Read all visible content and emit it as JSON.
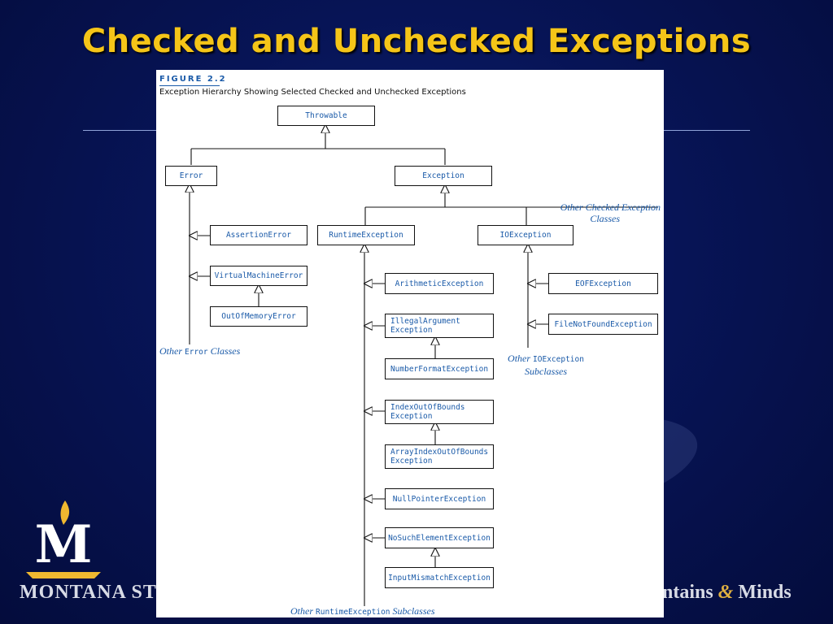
{
  "slide": {
    "title": "Checked and Unchecked Exceptions",
    "footer_left": "MONTANA ST",
    "footer_right_prefix": "ntains",
    "footer_right_amp": "&",
    "footer_right_suffix": "Minds",
    "logo_letter": "M"
  },
  "figure": {
    "label": "FIGURE 2.2",
    "caption": "Exception Hierarchy Showing Selected Checked and Unchecked Exceptions",
    "nodes": {
      "throwable": "Throwable",
      "error": "Error",
      "exception": "Exception",
      "assertion_error": "AssertionError",
      "virtual_machine_error": "VirtualMachineError",
      "out_of_memory_error": "OutOfMemoryError",
      "runtime_exception": "RuntimeException",
      "io_exception": "IOException",
      "arithmetic_exception": "ArithmeticException",
      "illegal_argument_exception": "IllegalArgument\nException",
      "number_format_exception": "NumberFormatException",
      "index_out_of_bounds_exception": "IndexOutOfBounds\nException",
      "array_index_out_of_bounds_exception": "ArrayIndexOutOfBounds\nException",
      "null_pointer_exception": "NullPointerException",
      "no_such_element_exception": "NoSuchElementException",
      "input_mismatch_exception": "InputMismatchException",
      "eof_exception": "EOFException",
      "file_not_found_exception": "FileNotFoundException"
    },
    "notes": {
      "other_checked_line1": "Other Checked Exception",
      "other_checked_line2": "Classes",
      "other_error_pre": "Other",
      "other_error_mono": "Error",
      "other_error_post": "Classes",
      "other_io_pre": "Other",
      "other_io_mono": "IOException",
      "other_io_post": "Subclasses",
      "other_runtime_pre": "Other",
      "other_runtime_mono": "RuntimeException",
      "other_runtime_post": "Subclasses"
    }
  }
}
